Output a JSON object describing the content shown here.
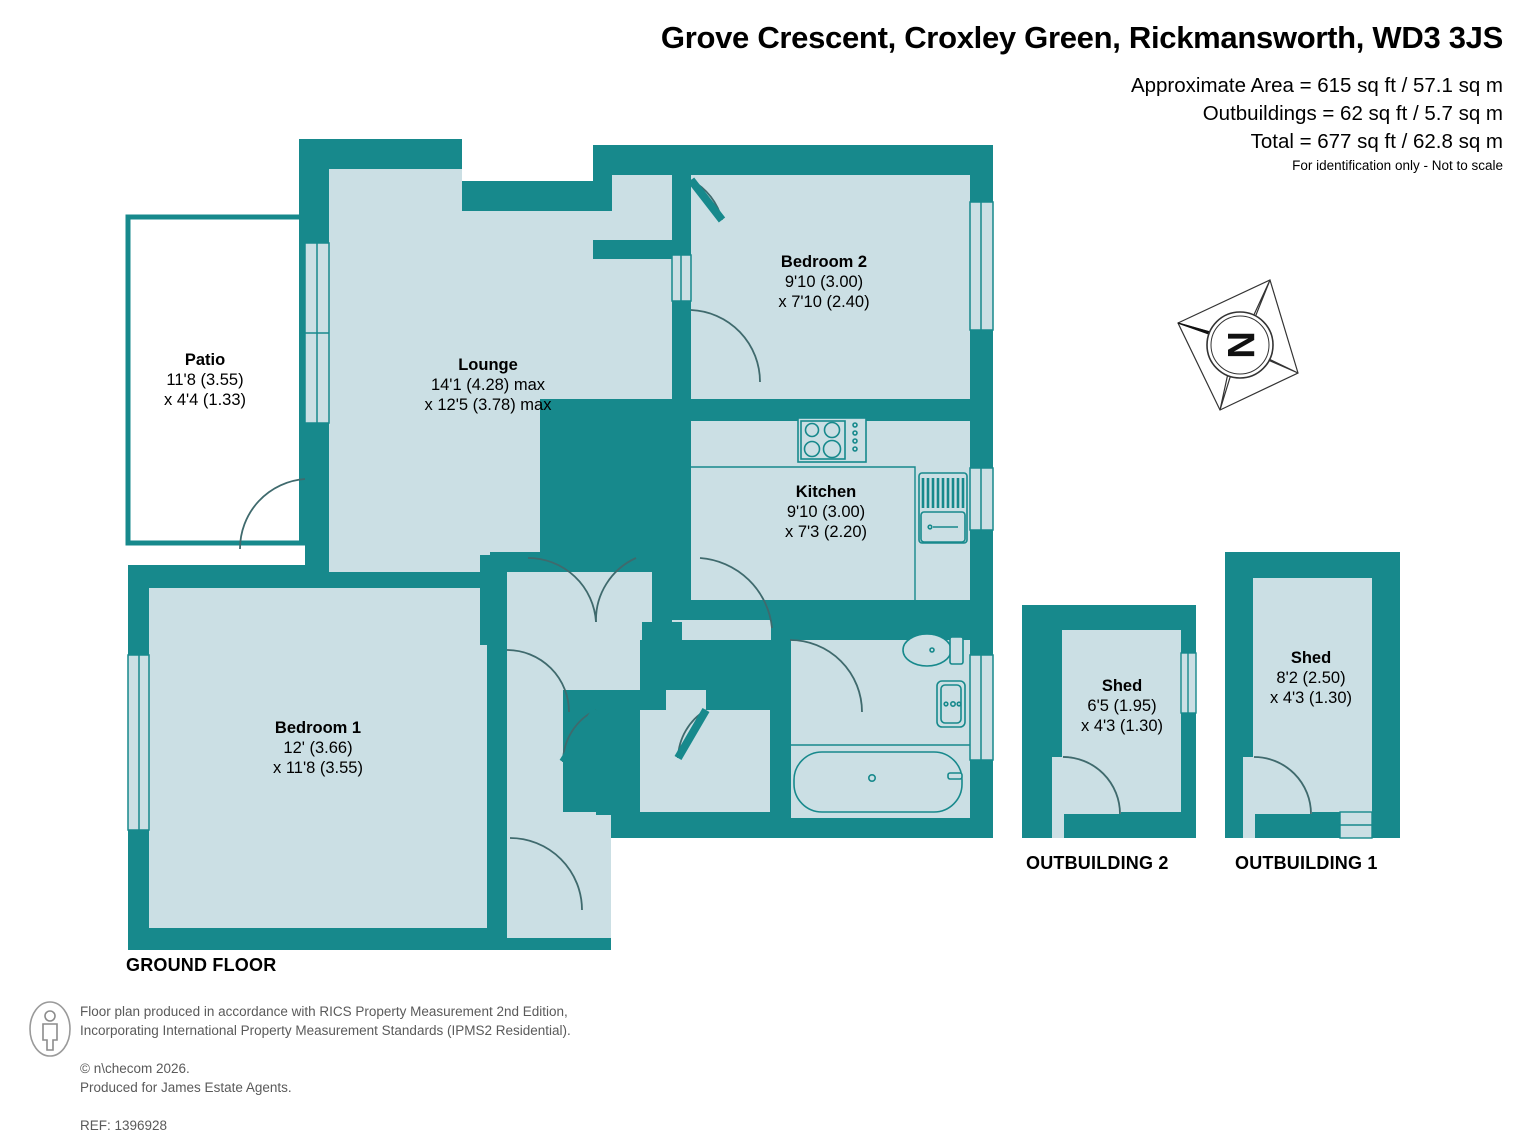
{
  "header": {
    "title": "Grove Crescent, Croxley Green, Rickmansworth, WD3 3JS",
    "approximate_area": "Approximate Area = 615 sq ft / 57.1 sq m",
    "outbuildings_area": "Outbuildings = 62 sq ft / 5.7 sq m",
    "total_area": "Total = 677 sq ft / 62.8 sq m",
    "disclaimer": "For identification only - Not to scale"
  },
  "colors": {
    "wall": "#17898c",
    "floor_fill": "#cbdfe4",
    "line": "#17898c",
    "text": "#000000",
    "footer_text": "#5a5a5a"
  },
  "compass": {
    "label": "N",
    "name": "compass-rose"
  },
  "floor_captions": {
    "ground_floor": "GROUND FLOOR",
    "outbuilding_2": "OUTBUILDING 2",
    "outbuilding_1": "OUTBUILDING 1"
  },
  "rooms": [
    {
      "name": "Patio",
      "dim1": "11'8 (3.55)",
      "dim2": "x 4'4 (1.33)"
    },
    {
      "name": "Lounge",
      "dim1": "14'1 (4.28) max",
      "dim2": "x 12'5 (3.78) max"
    },
    {
      "name": "Bedroom 2",
      "dim1": "9'10 (3.00)",
      "dim2": "x 7'10 (2.40)"
    },
    {
      "name": "Kitchen",
      "dim1": "9'10 (3.00)",
      "dim2": "x 7'3 (2.20)"
    },
    {
      "name": "Bedroom 1",
      "dim1": "12' (3.66)",
      "dim2": "x 11'8 (3.55)"
    },
    {
      "name": "Shed",
      "dim1": "6'5 (1.95)",
      "dim2": "x 4'3 (1.30)"
    },
    {
      "name": "Shed",
      "dim1": "8'2 (2.50)",
      "dim2": "x 4'3 (1.30)"
    }
  ],
  "footer": {
    "line1": "Floor plan produced in accordance with RICS Property Measurement 2nd Edition,",
    "line2": "Incorporating International Property Measurement Standards (IPMS2 Residential).",
    "copyright": "© n\\checom 2026.",
    "line3": "Produced for James Estate Agents.",
    "ref": "REF: 1396928"
  }
}
